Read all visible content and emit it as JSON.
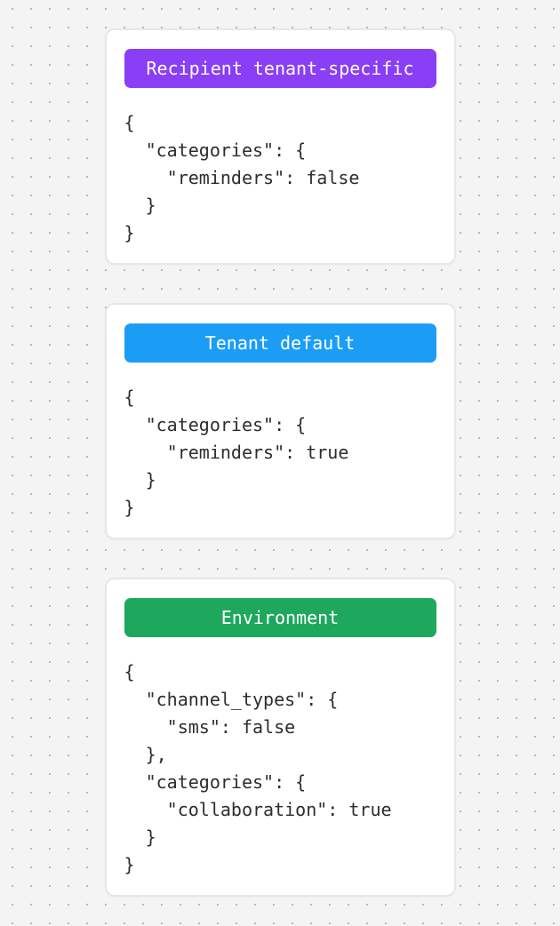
{
  "canvas": {
    "background_color": "#f5f4f5",
    "dot_color": "#b9b8ba"
  },
  "cards": [
    {
      "badge_label": "Recipient tenant-specific",
      "badge_color": "#8a3ef5",
      "code": "{\n  \"categories\": {\n    \"reminders\": false\n  }\n}"
    },
    {
      "badge_label": "Tenant default",
      "badge_color": "#1c9df5",
      "code": "{\n  \"categories\": {\n    \"reminders\": true\n  }\n}"
    },
    {
      "badge_label": "Environment",
      "badge_color": "#1ea85d",
      "code": "{\n  \"channel_types\": {\n    \"sms\": false\n  },\n  \"categories\": {\n    \"collaboration\": true\n  }\n}"
    }
  ]
}
